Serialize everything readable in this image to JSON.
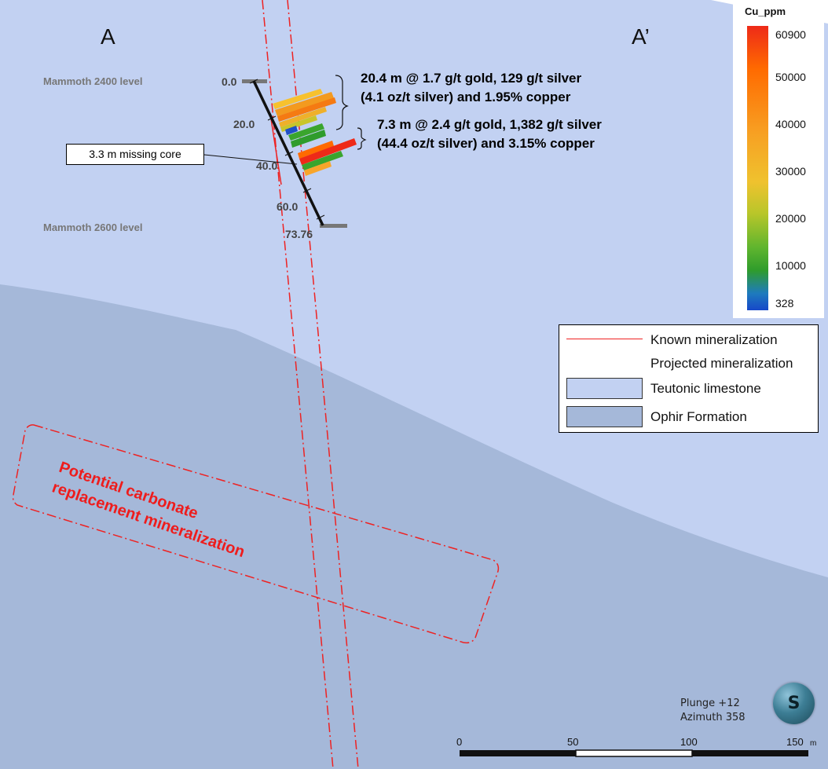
{
  "section": {
    "start_label": "A",
    "end_label": "A’"
  },
  "levels": {
    "upper": "Mammoth 2400 level",
    "lower": "Mammoth 2600 level"
  },
  "drillhole": {
    "depth_labels": [
      "0.0",
      "20.0",
      "40.0",
      "60.0",
      "73.76"
    ]
  },
  "intercepts": [
    {
      "line1": "20.4 m @ 1.7 g/t gold, 129 g/t silver",
      "line2": "(4.1 oz/t silver) and 1.95% copper"
    },
    {
      "line1": "7.3 m @ 2.4 g/t gold, 1,382 g/t silver",
      "line2": "(44.4 oz/t silver) and 3.15% copper"
    }
  ],
  "callout": "3.3 m missing core",
  "colorbar": {
    "title": "Cu_ppm",
    "ticks": [
      "60900",
      "50000",
      "40000",
      "30000",
      "20000",
      "10000",
      "328"
    ]
  },
  "legend": {
    "items": [
      {
        "label": "Known mineralization",
        "kind": "solid-line",
        "color": "#ee2222"
      },
      {
        "label": "Projected mineralization",
        "kind": "dashdot-line",
        "color": "#ee2222"
      },
      {
        "label": "Teutonic limestone",
        "kind": "swatch",
        "color": "#c2d1f2"
      },
      {
        "label": "Ophir Formation",
        "kind": "swatch",
        "color": "#a5b8d9"
      }
    ]
  },
  "target_zone": {
    "line1": "Potential carbonate",
    "line2": "replacement mineralization"
  },
  "orientation": {
    "plunge": "Plunge +12",
    "azimuth": "Azimuth 358",
    "compass_letter": "S"
  },
  "scalebar": {
    "ticks": [
      "0",
      "50",
      "100",
      "150"
    ],
    "unit": "m"
  },
  "colors": {
    "teutonic": "#c2d1f2",
    "ophir": "#a5b8d9",
    "mineralization": "#ee2222"
  }
}
